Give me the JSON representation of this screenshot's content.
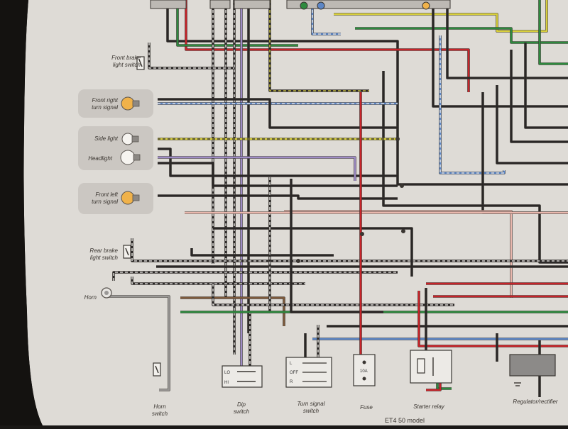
{
  "labels": {
    "front_brake_switch": [
      "Front brake",
      "light switch"
    ],
    "front_right_turn": [
      "Front right",
      "turn signal"
    ],
    "side_light": "Side light",
    "headlight": "Headlight",
    "front_left_turn": [
      "Front left",
      "turn signal"
    ],
    "rear_brake_switch": [
      "Rear brake",
      "light switch"
    ],
    "horn": "Horn",
    "horn_switch": [
      "Horn",
      "switch"
    ],
    "dip_switch": [
      "Dip",
      "switch"
    ],
    "turn_signal_switch": [
      "Turn signal",
      "switch"
    ],
    "fuse": "Fuse",
    "starter_relay": "Starter relay",
    "regulator": "Regulator/rectifier",
    "model": "ET4 50 model"
  },
  "switch_marks": {
    "dip": [
      "LO",
      "HI"
    ],
    "turn": [
      "L",
      "OFF",
      "R"
    ],
    "fuse": "10A"
  },
  "colors": {
    "paper": "#dedbd6",
    "black": "#2a2726",
    "red": "#c8242a",
    "green": "#2e8a3e",
    "yellow": "#d8cf3c",
    "blue": "#5c86c6",
    "pink": "#e9b7ad",
    "grey": "#9a9896",
    "white": "#f2f0ec",
    "violet": "#9f8cc6",
    "brown": "#7d5a3c"
  }
}
